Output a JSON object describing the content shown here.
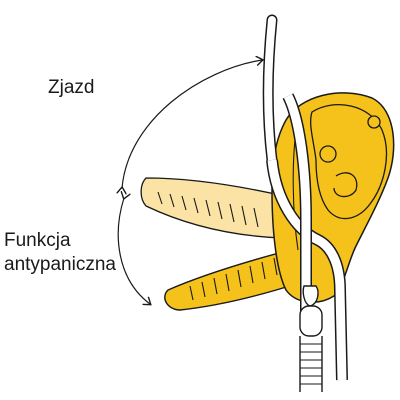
{
  "labels": {
    "descent": "Zjazd",
    "anti_panic_line1": "Funkcja",
    "anti_panic_line2": "antypaniczna"
  },
  "colors": {
    "device_yellow": "#f5c21b",
    "handle_ghost": "#fbe3a6",
    "outline": "#1a1a1a",
    "background": "#ffffff"
  },
  "icons": [
    "descent-arrow-icon",
    "anti-panic-arrow-icon",
    "carabiner-icon",
    "rope-icon"
  ]
}
